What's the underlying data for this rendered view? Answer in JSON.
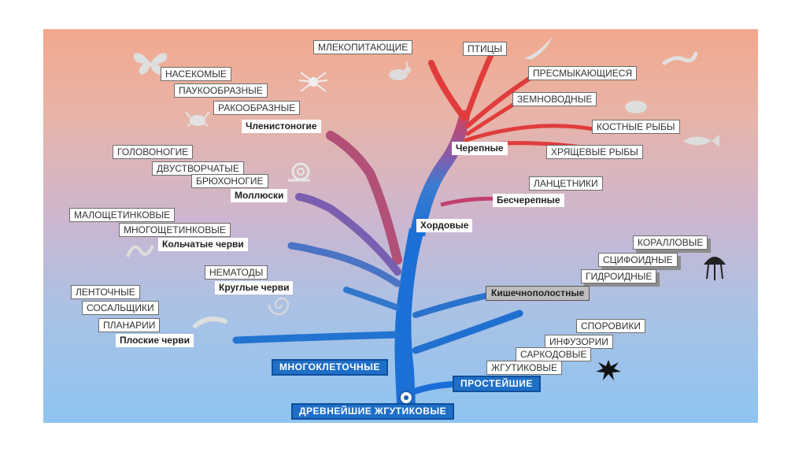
{
  "colors": {
    "trunk": "#1e6ed0",
    "crown": "#e03c3c",
    "arthropod_branch": "#c05070",
    "mollusc_branch": "#8a5aa8"
  },
  "labels": {
    "mammals": "МЛЕКОПИТАЮЩИЕ",
    "birds": "ПТИЦЫ",
    "reptiles": "ПРЕСМЫКАЮЩИЕСЯ",
    "amphibians": "ЗЕМНОВОДНЫЕ",
    "bony_fish": "КОСТНЫЕ РЫБЫ",
    "cartilaginous_fish": "ХРЯЩЕВЫЕ РЫБЫ",
    "craniates": "Черепные",
    "lancelets": "ЛАНЦЕТНИКИ",
    "acrania": "Бесчерепные",
    "chordates": "Хордовые",
    "insects": "НАСЕКОМЫЕ",
    "arachnids": "ПАУКООБРАЗНЫЕ",
    "crustaceans": "РАКООБРАЗНЫЕ",
    "arthropods": "Членистоногие",
    "cephalopods": "ГОЛОВОНОГИЕ",
    "bivalves": "ДВУСТВОРЧАТЫЕ",
    "gastropods": "БРЮХОНОГИЕ",
    "molluscs": "Моллюски",
    "oligochaetes": "МАЛОЩЕТИНКОВЫЕ",
    "polychaetes": "МНОГОЩЕТИНКОВЫЕ",
    "annelids": "Кольчатые черви",
    "nematodes": "НЕМАТОДЫ",
    "roundworms": "Круглые черви",
    "tapeworms": "ЛЕНТОЧНЫЕ",
    "flukes": "СОСАЛЬЩИКИ",
    "planarians": "ПЛАНАРИИ",
    "flatworms": "Плоские черви",
    "corals": "КОРАЛЛОВЫЕ",
    "scyphozoa": "СЦИФОИДНЫЕ",
    "hydrozoa": "ГИДРОИДНЫЕ",
    "cnidarians": "Кишечнополостные",
    "sporozoa": "СПОРОВИКИ",
    "ciliates": "ИНФУЗОРИИ",
    "sarcodina": "САРКОДОВЫЕ",
    "flagellates": "ЖГУТИКОВЫЕ",
    "multicellular": "МНОГОКЛЕТОЧНЫЕ",
    "protozoa": "ПРОСТЕЙШИЕ",
    "ancient_flagellates": "ДРЕВНЕЙШИЕ ЖГУТИКОВЫЕ"
  }
}
